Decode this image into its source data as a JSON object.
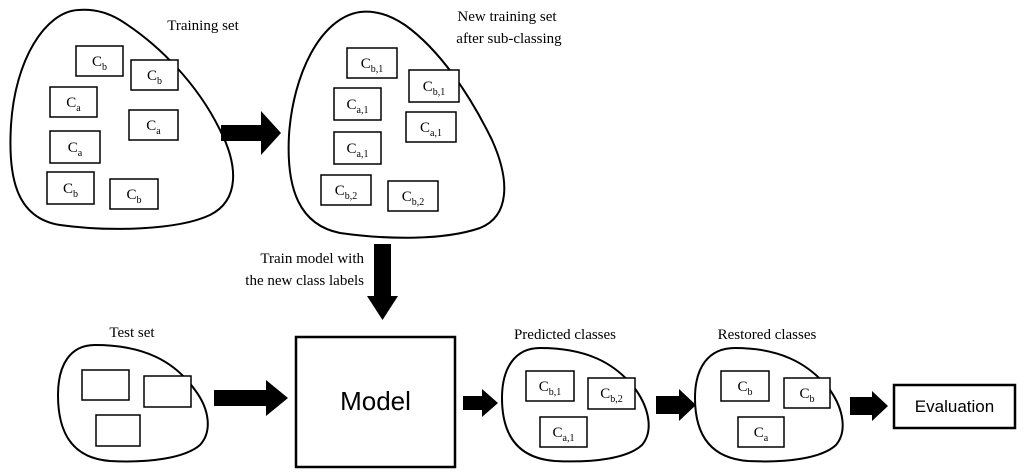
{
  "captions": {
    "training_set": "Training set",
    "new_training_line1": "New training  set",
    "new_training_line2": "after sub-classing",
    "train_model_line1": "Train  model with",
    "train_model_line2": "the new class labels",
    "test_set": "Test set",
    "predicted_classes": "Predicted  classes",
    "restored_classes": "Restored classes"
  },
  "model_label": "Model",
  "evaluation_label": "Evaluation",
  "training_set_boxes": [
    {
      "base": "C",
      "sub": "b"
    },
    {
      "base": "C",
      "sub": "b"
    },
    {
      "base": "C",
      "sub": "a"
    },
    {
      "base": "C",
      "sub": "a"
    },
    {
      "base": "C",
      "sub": "a"
    },
    {
      "base": "C",
      "sub": "b"
    },
    {
      "base": "C",
      "sub": "b"
    }
  ],
  "new_training_boxes": [
    {
      "base": "C",
      "sub": "b,1"
    },
    {
      "base": "C",
      "sub": "b,1"
    },
    {
      "base": "C",
      "sub": "a,1"
    },
    {
      "base": "C",
      "sub": "a,1"
    },
    {
      "base": "C",
      "sub": "a,1"
    },
    {
      "base": "C",
      "sub": "b,2"
    },
    {
      "base": "C",
      "sub": "b,2"
    }
  ],
  "predicted_boxes": [
    {
      "base": "C",
      "sub": "b,1"
    },
    {
      "base": "C",
      "sub": "b,2"
    },
    {
      "base": "C",
      "sub": "a,1"
    }
  ],
  "restored_boxes": [
    {
      "base": "C",
      "sub": "b"
    },
    {
      "base": "C",
      "sub": "b"
    },
    {
      "base": "C",
      "sub": "a"
    }
  ]
}
